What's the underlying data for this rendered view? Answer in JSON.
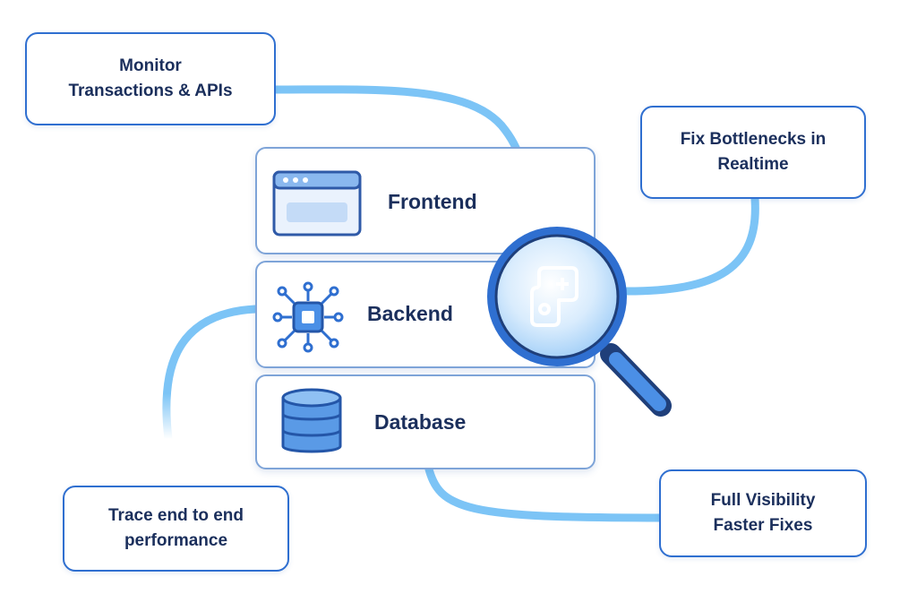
{
  "callouts": {
    "monitor": [
      "Monitor",
      "Transactions & APIs"
    ],
    "fix": [
      "Fix Bottlenecks in",
      "Realtime"
    ],
    "trace": [
      "Trace end to end",
      "performance"
    ],
    "visibility": [
      "Full Visibility",
      "Faster Fixes"
    ]
  },
  "layers": {
    "frontend": "Frontend",
    "backend": "Backend",
    "database": "Database"
  },
  "colors": {
    "accent": "#2f6fd0",
    "connector": "#7cc4f6",
    "text": "#1b2f5c"
  },
  "icons": {
    "frontend": "browser-window-icon",
    "backend": "circuit-chip-icon",
    "database": "database-stack-icon",
    "magnifier": "magnifying-glass-icon",
    "magnifier_inner": "puzzle-piece-icon"
  }
}
